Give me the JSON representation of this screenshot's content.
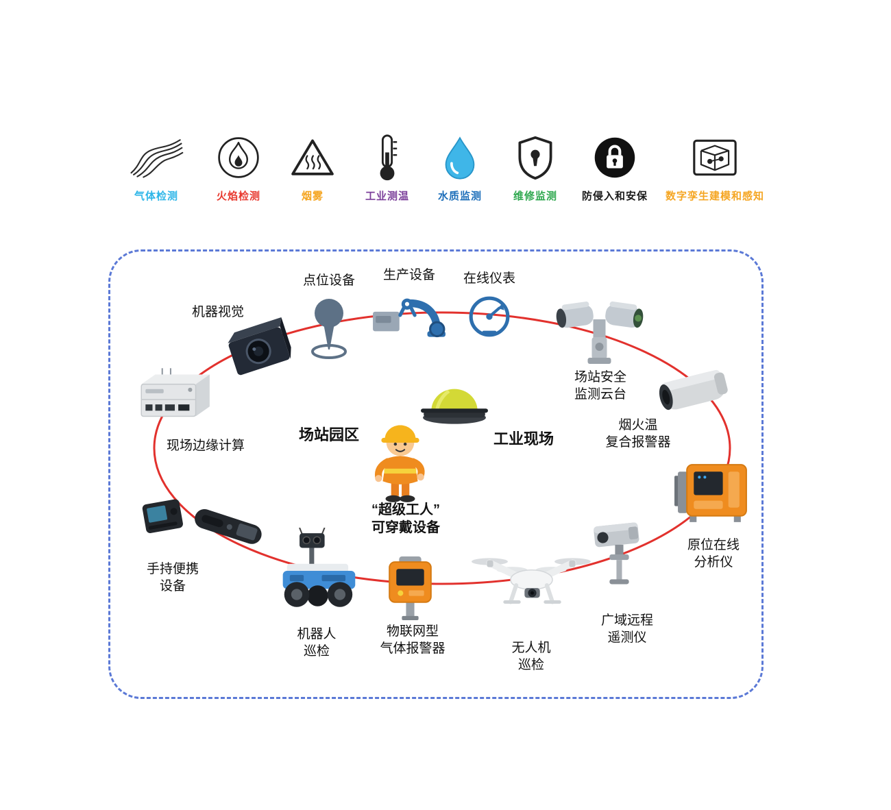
{
  "legend": {
    "items": [
      {
        "label": "气体检测",
        "color": "#2eb6e8",
        "icon": "gas-waves-icon"
      },
      {
        "label": "火焰检测",
        "color": "#e8392f",
        "icon": "flame-icon"
      },
      {
        "label": "烟雾",
        "color": "#f5a623",
        "icon": "smoke-triangle-icon"
      },
      {
        "label": "工业测温",
        "color": "#7b3f9a",
        "icon": "thermometer-icon"
      },
      {
        "label": "水质监测",
        "color": "#1e6fba",
        "icon": "water-drop-icon"
      },
      {
        "label": "维修监测",
        "color": "#2fa84f",
        "icon": "shield-keyhole-icon"
      },
      {
        "label": "防侵入和安保",
        "color": "#1a1a1a",
        "icon": "lock-circle-icon"
      },
      {
        "label": "数字孪生建模和感知",
        "color": "#f5a623",
        "icon": "digital-twin-box-icon"
      }
    ]
  },
  "colors": {
    "ellipse_stroke": "#e2312d",
    "boundary_dash": "#5b79d6"
  },
  "diagram": {
    "zones": {
      "station": "场站园区",
      "industrial": "工业现场"
    },
    "nodes": {
      "machine_vision": "机器视觉",
      "point_device": "点位设备",
      "production_equipment": "生产设备",
      "online_instrument": "在线仪表",
      "station_ptz": "场站安全\n监测云台",
      "fire_temp_alarm": "烟火温\n复合报警器",
      "edge_computing": "现场边缘计算",
      "wearable": "“超级工人”\n可穿戴设备",
      "insitu_analyzer": "原位在线\n分析仪",
      "handheld": "手持便携\n设备",
      "robot_inspection": "机器人\n巡检",
      "iot_gas_alarm": "物联网型\n气体报警器",
      "drone_inspection": "无人机\n巡检",
      "remote_telemetry": "广域远程\n遥测仪"
    }
  }
}
